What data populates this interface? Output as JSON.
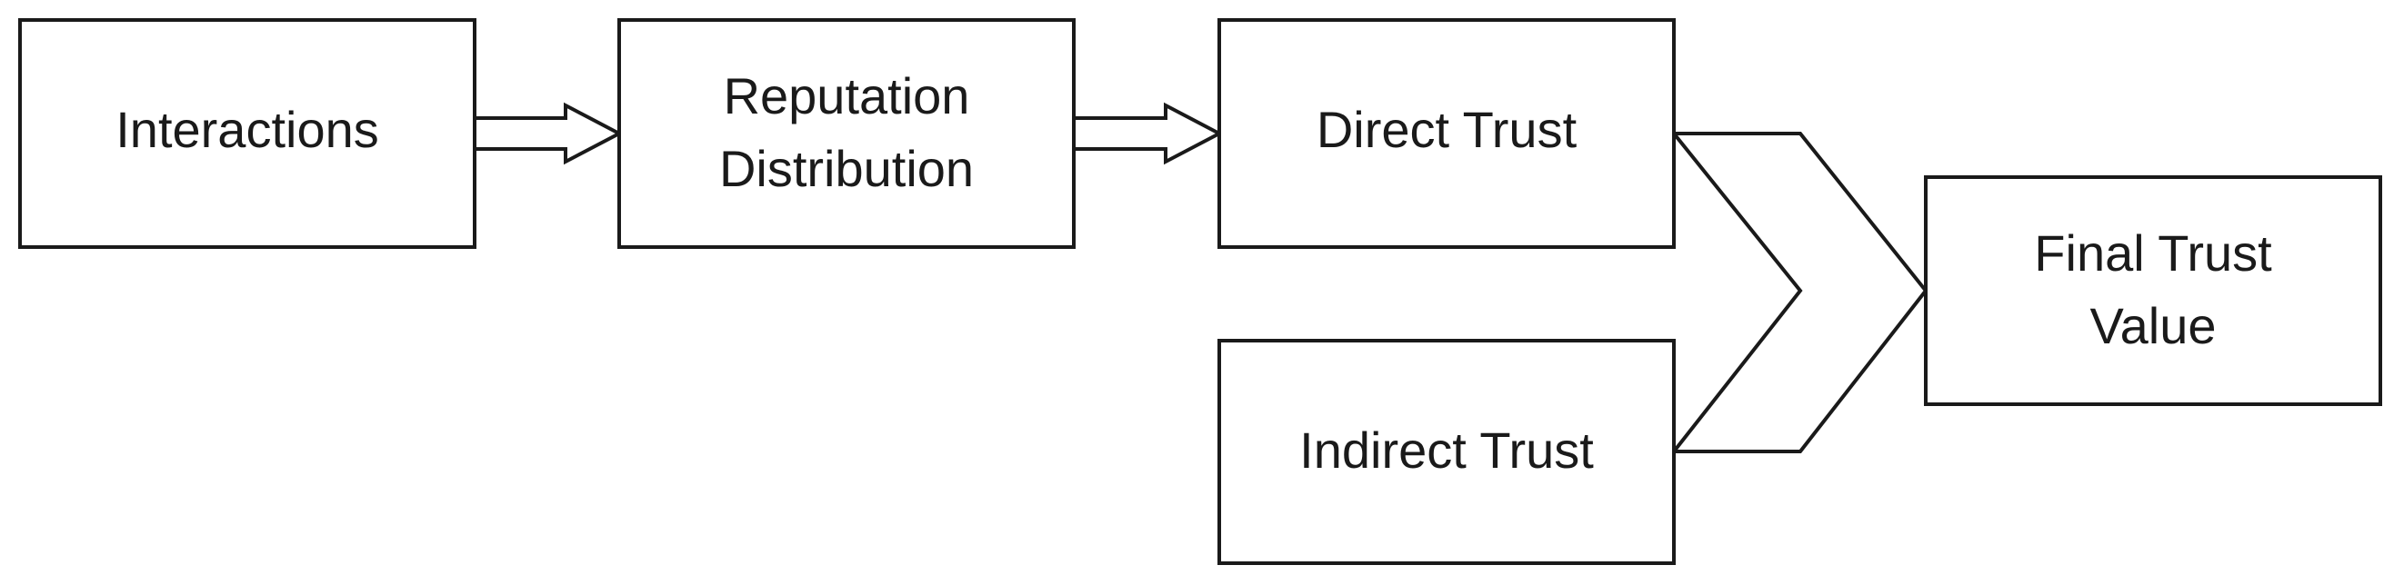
{
  "nodes": {
    "interactions": {
      "lines": [
        "Interactions"
      ]
    },
    "reputation_distribution": {
      "lines": [
        "Reputation",
        "Distribution"
      ]
    },
    "direct_trust": {
      "lines": [
        "Direct Trust"
      ]
    },
    "indirect_trust": {
      "lines": [
        "Indirect Trust"
      ]
    },
    "final_trust_value": {
      "lines": [
        "Final Trust",
        "Value"
      ]
    }
  },
  "edges": [
    {
      "from": "interactions",
      "to": "reputation_distribution",
      "style": "hollow-double-arrow"
    },
    {
      "from": "reputation_distribution",
      "to": "direct_trust",
      "style": "hollow-double-arrow"
    },
    {
      "from": "direct_trust",
      "to": "final_trust_value",
      "style": "chevron-merge"
    },
    {
      "from": "indirect_trust",
      "to": "final_trust_value",
      "style": "chevron-merge"
    }
  ],
  "colors": {
    "stroke": "#1a1a1a",
    "fill": "#ffffff",
    "text": "#1a1a1a"
  }
}
